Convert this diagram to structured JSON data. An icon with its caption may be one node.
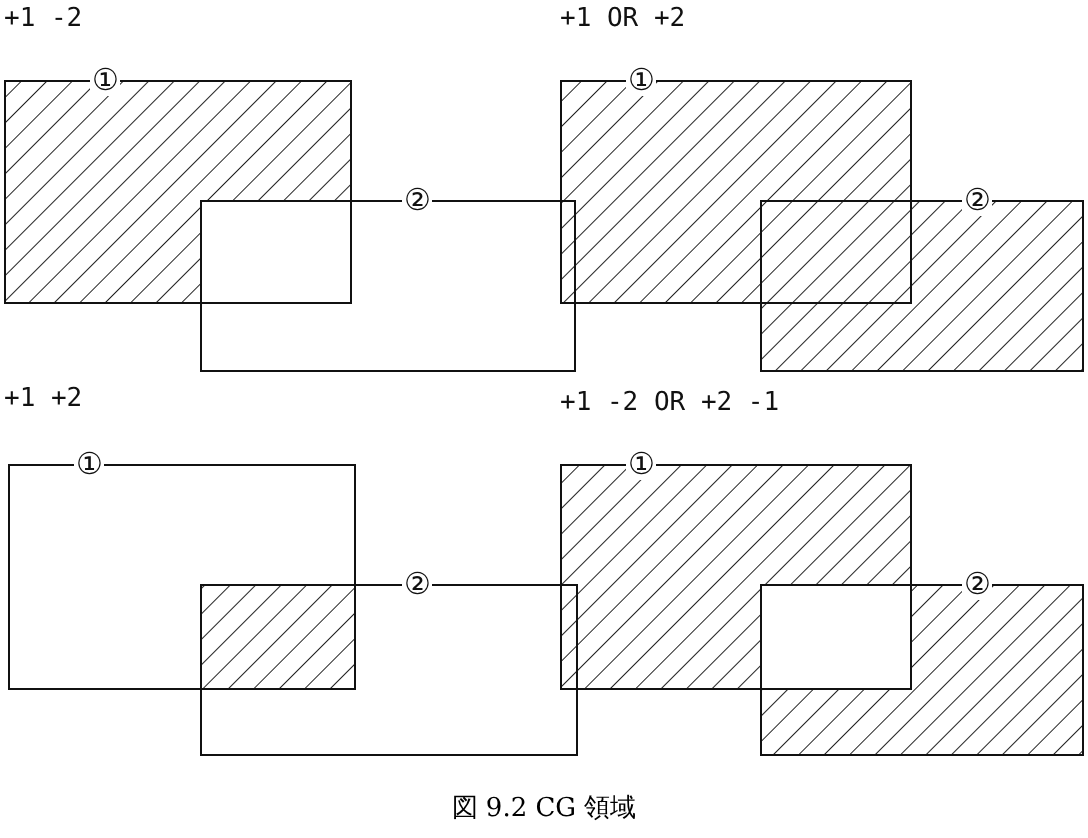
{
  "diagram": {
    "caption": "図 9.2 CG 領域",
    "nodes": [
      {
        "text": [
          "①"
        ]
      },
      {
        "text": [
          "②"
        ]
      },
      {
        "text": [
          "①"
        ]
      },
      {
        "text": [
          "②"
        ]
      },
      {
        "text": [
          "①"
        ]
      },
      {
        "text": [
          "②"
        ]
      },
      {
        "text": [
          "①"
        ]
      },
      {
        "text": [
          "②"
        ]
      }
    ],
    "labels": [
      "+1 -2",
      "+1 OR +2",
      "+1 +2",
      "+1 -2 OR +2 -1"
    ]
  }
}
